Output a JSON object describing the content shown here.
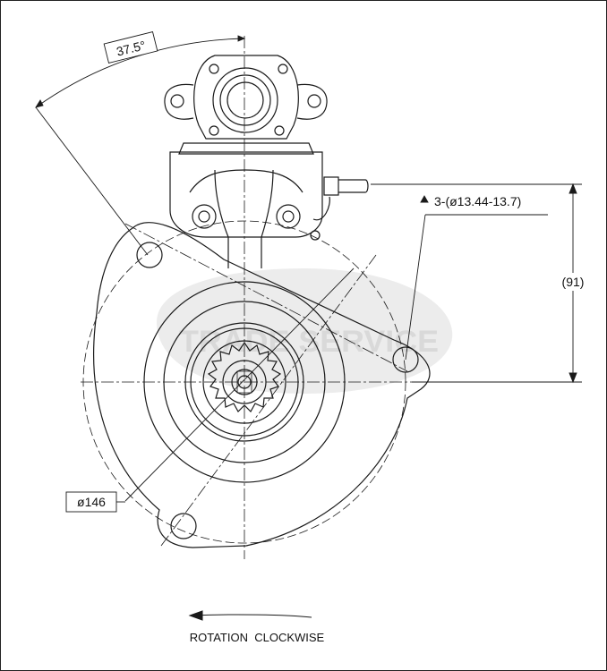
{
  "watermark": {
    "text": "TRADE SERVICE",
    "color": "#d4d4d4"
  },
  "dimensions": {
    "angle": "37.5°",
    "holes": "3-(ø13.44-13.7)",
    "height": "(91)",
    "diameter": "ø146"
  },
  "rotation": {
    "label": "ROTATION  CLOCKWISE",
    "direction": "arrow-left-icon"
  },
  "colors": {
    "line": "#1a1a1a",
    "background": "#ffffff"
  }
}
